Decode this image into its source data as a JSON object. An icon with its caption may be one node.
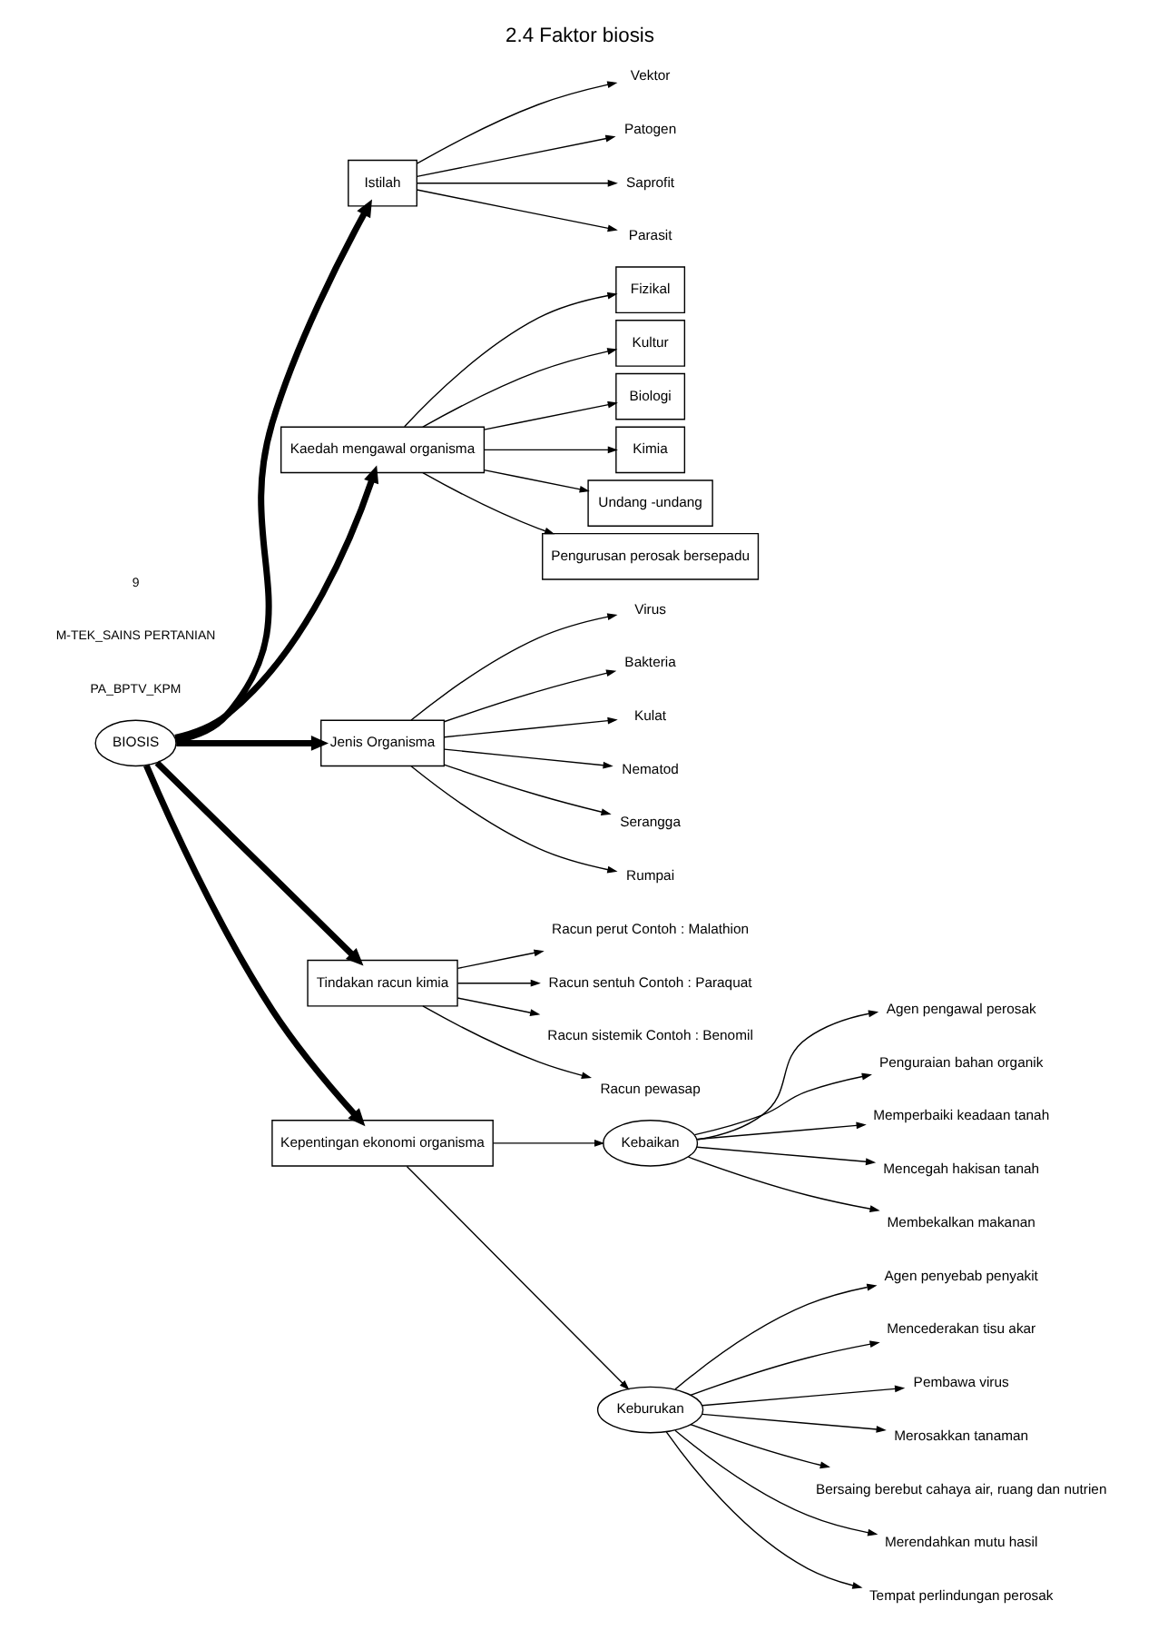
{
  "diagram": {
    "title": "2.4 Faktor biosis",
    "nodes": [
      {
        "text": [
          "BIOSIS"
        ]
      },
      {
        "text": [
          "Istilah"
        ]
      },
      {
        "text": [
          "Vektor"
        ]
      },
      {
        "text": [
          "Patogen"
        ]
      },
      {
        "text": [
          "Saprofit"
        ]
      },
      {
        "text": [
          "Parasit"
        ]
      },
      {
        "text": [
          "Kaedah mengawal organisma"
        ]
      },
      {
        "text": [
          "Fizikal"
        ]
      },
      {
        "text": [
          "Kultur"
        ]
      },
      {
        "text": [
          "Biologi"
        ]
      },
      {
        "text": [
          "Kimia"
        ]
      },
      {
        "text": [
          "Undang -undang"
        ]
      },
      {
        "text": [
          "Pengurusan perosak bersepadu"
        ]
      },
      {
        "text": [
          "Jenis Organisma"
        ]
      },
      {
        "text": [
          "Virus"
        ]
      },
      {
        "text": [
          "Bakteria"
        ]
      },
      {
        "text": [
          "Kulat"
        ]
      },
      {
        "text": [
          "Nematod"
        ]
      },
      {
        "text": [
          "Serangga"
        ]
      },
      {
        "text": [
          "Rumpai"
        ]
      },
      {
        "text": [
          "Tindakan racun kimia"
        ]
      },
      {
        "text": [
          "Racun perut Contoh : Malathion"
        ]
      },
      {
        "text": [
          "Racun sentuh Contoh : Paraquat"
        ]
      },
      {
        "text": [
          "Racun sistemik Contoh : Benomil"
        ]
      },
      {
        "text": [
          "Racun pewasap"
        ]
      },
      {
        "text": [
          "Kepentingan ekonomi organisma"
        ]
      },
      {
        "text": [
          "Kebaikan"
        ]
      },
      {
        "text": [
          "Keburukan"
        ]
      },
      {
        "text": [
          "Agen pengawal perosak"
        ]
      },
      {
        "text": [
          "Penguraian bahan organik"
        ]
      },
      {
        "text": [
          "Memperbaiki keadaan tanah"
        ]
      },
      {
        "text": [
          "Mencegah hakisan tanah"
        ]
      },
      {
        "text": [
          "Membekalkan makanan"
        ]
      },
      {
        "text": [
          "Agen penyebab penyakit"
        ]
      },
      {
        "text": [
          "Mencederakan tisu akar"
        ]
      },
      {
        "text": [
          "Pembawa virus"
        ]
      },
      {
        "text": [
          "Merosakkan tanaman"
        ]
      },
      {
        "text": [
          "Bersaing berebut cahaya air, ruang dan nutrien"
        ]
      },
      {
        "text": [
          "Merendahkan mutu hasil"
        ]
      },
      {
        "text": [
          "Tempat perlindungan perosak"
        ]
      }
    ],
    "edges": [
      {
        "from": 0,
        "to": 1,
        "arrow": "to",
        "style": "thick"
      },
      {
        "from": 1,
        "to": 2,
        "arrow": "to"
      },
      {
        "from": 1,
        "to": 3,
        "arrow": "to"
      },
      {
        "from": 1,
        "to": 4,
        "arrow": "to"
      },
      {
        "from": 1,
        "to": 5,
        "arrow": "to"
      },
      {
        "from": 0,
        "to": 6,
        "arrow": "to",
        "style": "thick"
      },
      {
        "from": 6,
        "to": 7,
        "arrow": "to"
      },
      {
        "from": 6,
        "to": 8,
        "arrow": "to"
      },
      {
        "from": 6,
        "to": 9,
        "arrow": "to"
      },
      {
        "from": 6,
        "to": 10,
        "arrow": "to"
      },
      {
        "from": 6,
        "to": 11,
        "arrow": "to"
      },
      {
        "from": 6,
        "to": 12,
        "arrow": "to"
      },
      {
        "from": 0,
        "to": 13,
        "arrow": "to",
        "style": "thick"
      },
      {
        "from": 13,
        "to": 14,
        "arrow": "to"
      },
      {
        "from": 13,
        "to": 15,
        "arrow": "to"
      },
      {
        "from": 13,
        "to": 16,
        "arrow": "to"
      },
      {
        "from": 13,
        "to": 17,
        "arrow": "to"
      },
      {
        "from": 13,
        "to": 18,
        "arrow": "to"
      },
      {
        "from": 13,
        "to": 19,
        "arrow": "to"
      },
      {
        "from": 0,
        "to": 20,
        "arrow": "to",
        "style": "thick"
      },
      {
        "from": 20,
        "to": 21,
        "arrow": "to"
      },
      {
        "from": 20,
        "to": 22,
        "arrow": "to"
      },
      {
        "from": 20,
        "to": 23,
        "arrow": "to"
      },
      {
        "from": 20,
        "to": 24,
        "arrow": "to"
      },
      {
        "from": 0,
        "to": 25,
        "arrow": "to",
        "style": "thick"
      },
      {
        "from": 25,
        "to": 26,
        "arrow": "to"
      },
      {
        "from": 25,
        "to": 27,
        "arrow": "to"
      },
      {
        "from": 26,
        "to": 28,
        "arrow": "to"
      },
      {
        "from": 26,
        "to": 29,
        "arrow": "to"
      },
      {
        "from": 26,
        "to": 30,
        "arrow": "to"
      },
      {
        "from": 26,
        "to": 31,
        "arrow": "to"
      },
      {
        "from": 26,
        "to": 32,
        "arrow": "to"
      },
      {
        "from": 27,
        "to": 33,
        "arrow": "to"
      },
      {
        "from": 27,
        "to": 34,
        "arrow": "to"
      },
      {
        "from": 27,
        "to": 35,
        "arrow": "to"
      },
      {
        "from": 27,
        "to": 36,
        "arrow": "to"
      },
      {
        "from": 27,
        "to": 37,
        "arrow": "to"
      },
      {
        "from": 27,
        "to": 38,
        "arrow": "to"
      },
      {
        "from": 27,
        "to": 39,
        "arrow": "to"
      }
    ],
    "labels": [
      "PA_BPTV_KPM",
      "M-TEK_SAINS PERTANIAN",
      "9"
    ]
  }
}
